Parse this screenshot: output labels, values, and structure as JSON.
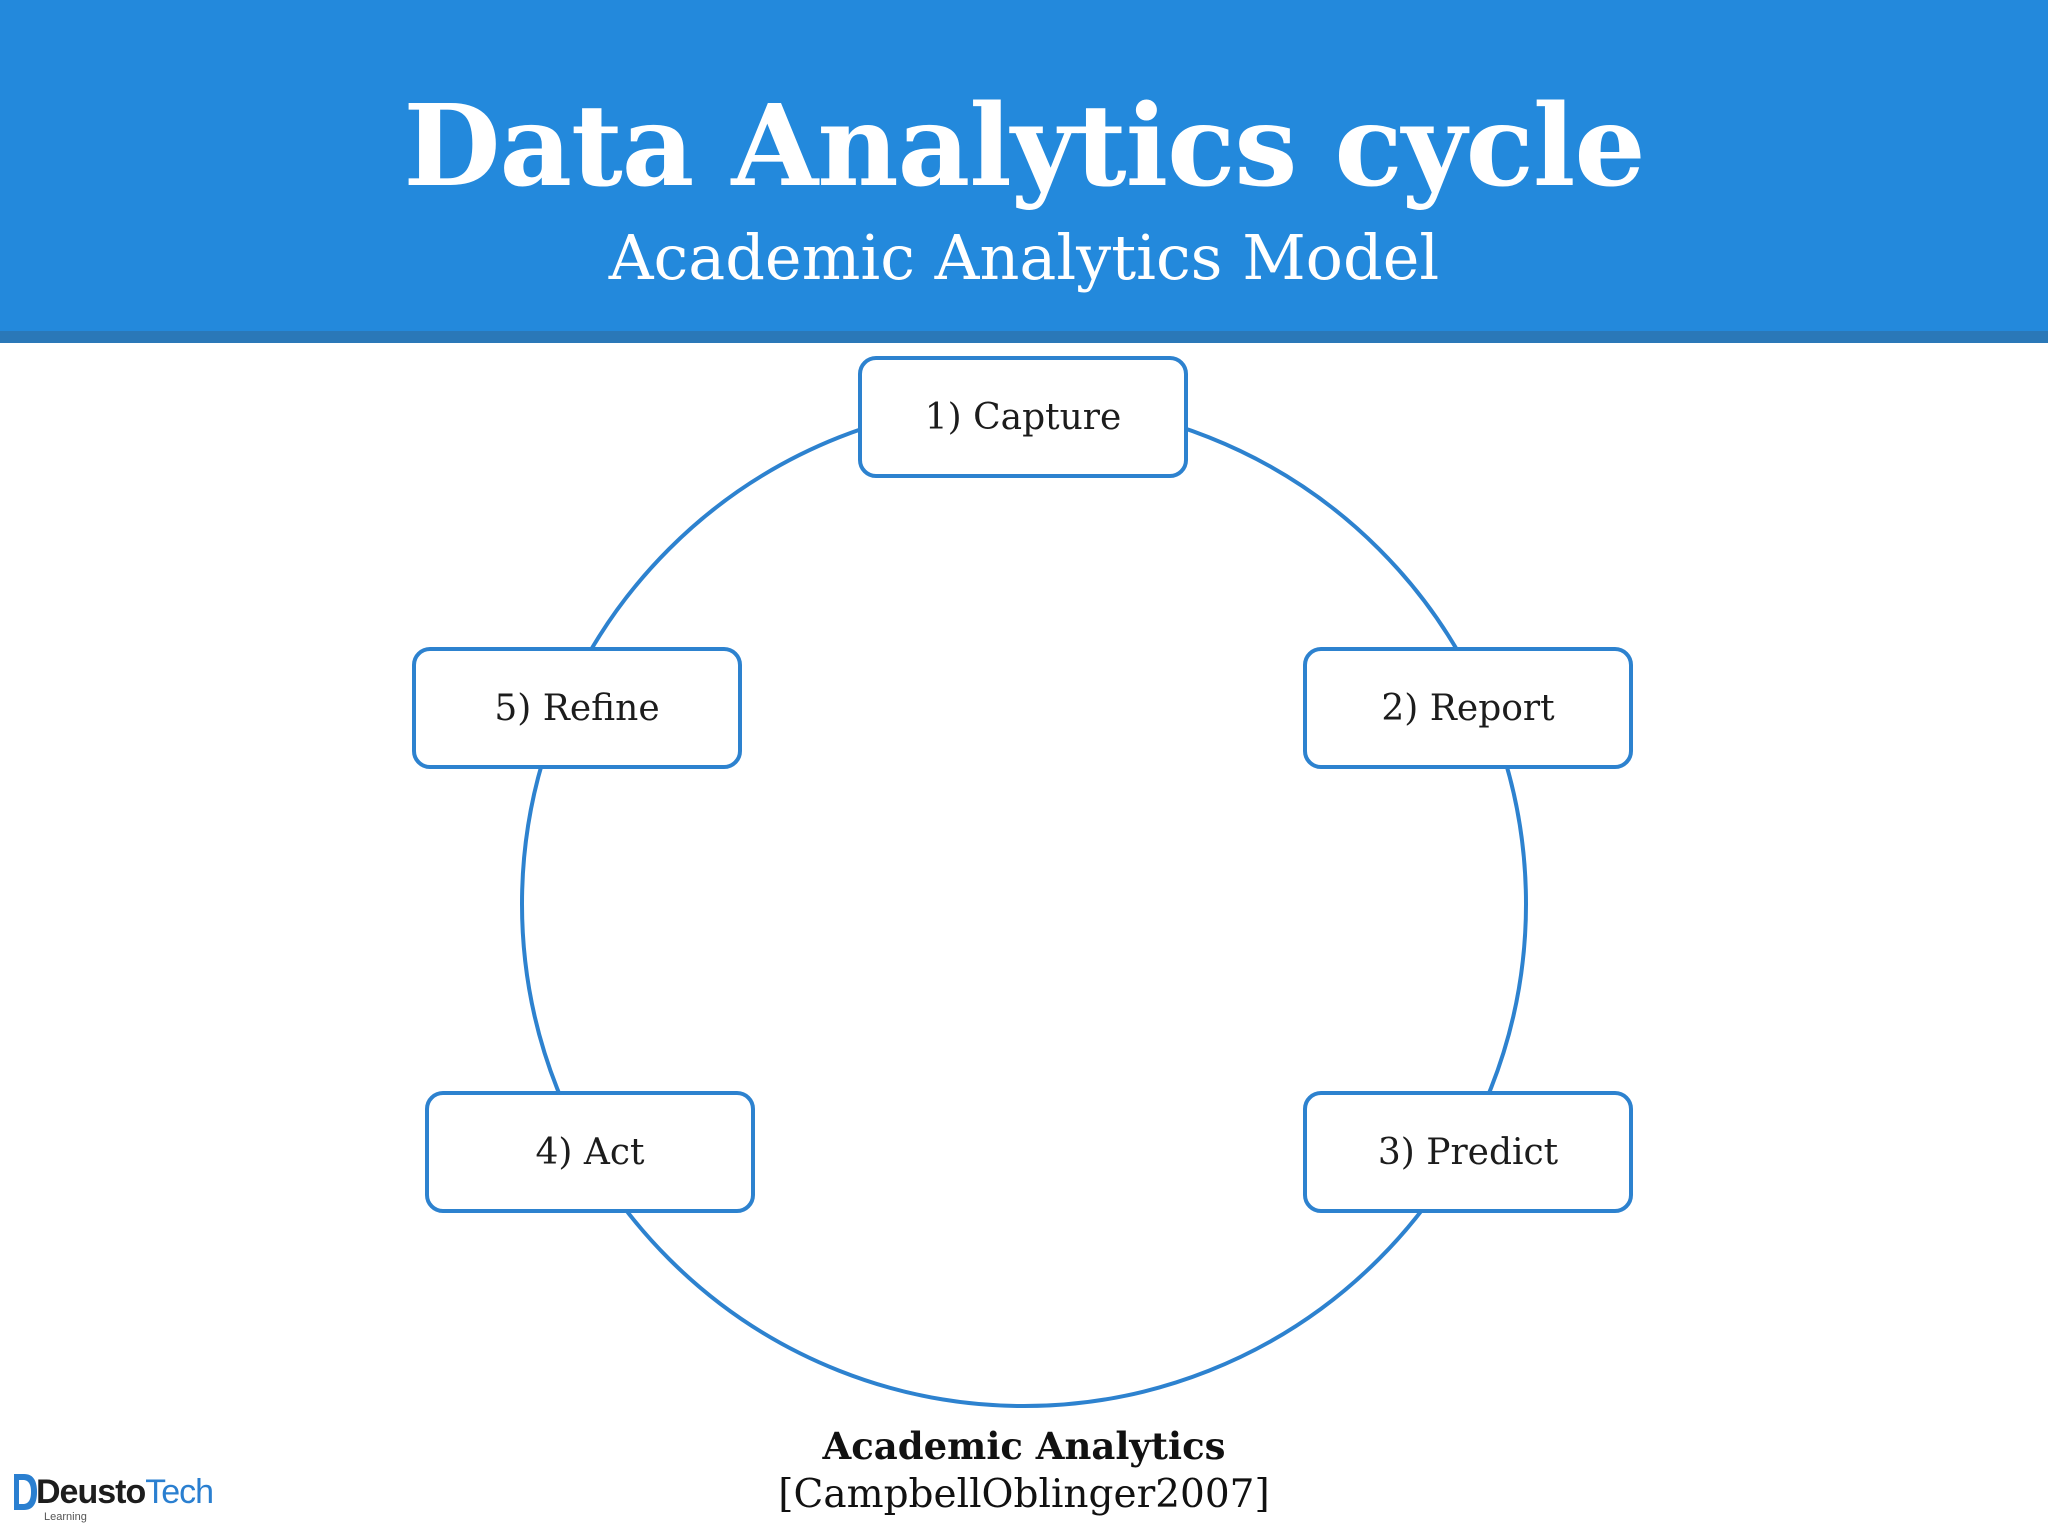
{
  "header": {
    "title": "Data Analytics cycle",
    "subtitle": "Academic Analytics Model",
    "background_color": "#2389dc",
    "rule_color": "#2a78b8"
  },
  "cycle": {
    "ring_color": "#2d82cf",
    "steps": [
      {
        "label": "1) Capture"
      },
      {
        "label": "2) Report"
      },
      {
        "label": "3) Predict"
      },
      {
        "label": "4) Act"
      },
      {
        "label": "5) Refine"
      }
    ]
  },
  "caption": {
    "title": "Academic Analytics",
    "reference": "[CampbellOblinger2007]"
  },
  "logo": {
    "word_dark": "Deusto",
    "word_blue": "Tech",
    "tagline": "Learning",
    "icon": "deustotech-logo-icon"
  }
}
